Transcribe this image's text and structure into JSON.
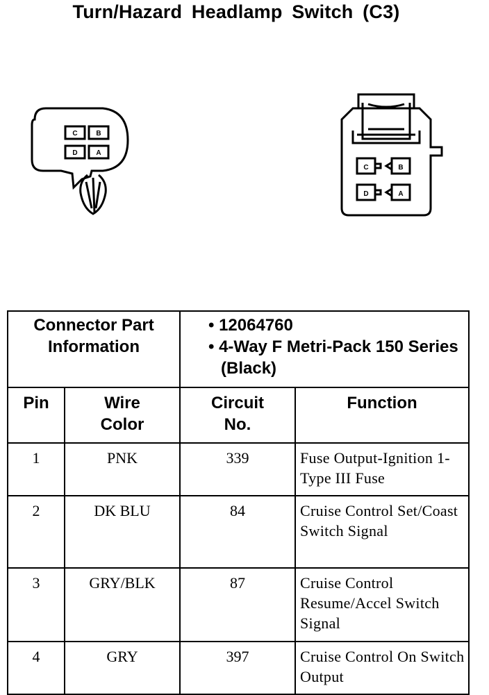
{
  "title": "Turn/Hazard Headlamp Switch (C3)",
  "connector_left": {
    "pins": [
      "C",
      "B",
      "D",
      "A"
    ]
  },
  "connector_right": {
    "pins": [
      "C",
      "B",
      "D",
      "A"
    ]
  },
  "part_info": {
    "label": "Connector Part Information",
    "items": [
      "• 12064760",
      "• 4-Way F Metri-Pack 150 Series (Black)"
    ]
  },
  "columns": {
    "pin": "Pin",
    "wire_color": "Wire Color",
    "circuit": "Circuit No.",
    "function": "Function"
  },
  "rows": [
    {
      "pin": "1",
      "wire_color": "PNK",
      "circuit": "339",
      "function": "Fuse Output-Ignition 1-Type III Fuse"
    },
    {
      "pin": "2",
      "wire_color": "DK BLU",
      "circuit": "84",
      "function": "Cruise Control Set/Coast Switch Signal"
    },
    {
      "pin": "3",
      "wire_color": "GRY/BLK",
      "circuit": "87",
      "function": "Cruise Control Resume/Accel Switch Signal"
    },
    {
      "pin": "4",
      "wire_color": "GRY",
      "circuit": "397",
      "function": "Cruise Control On Switch Output"
    }
  ]
}
